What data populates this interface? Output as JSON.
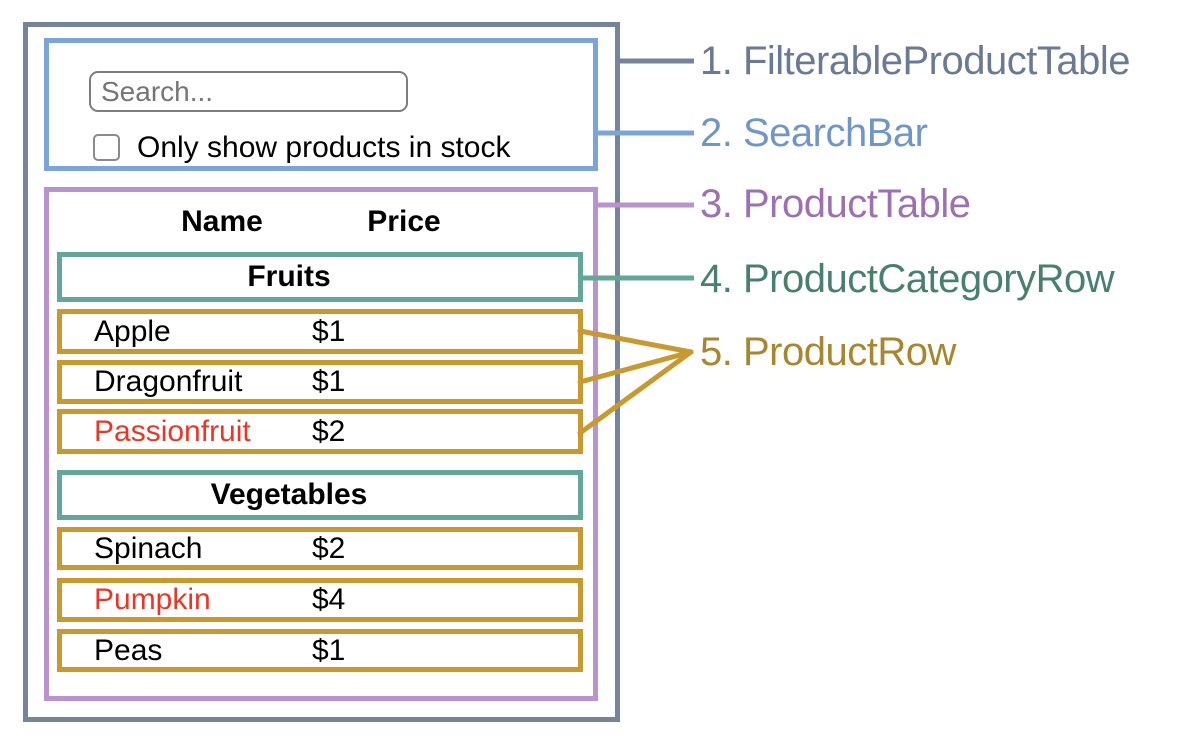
{
  "legend": {
    "items": [
      {
        "label": "1. FilterableProductTable"
      },
      {
        "label": "2. SearchBar"
      },
      {
        "label": "3. ProductTable"
      },
      {
        "label": "4. ProductCategoryRow"
      },
      {
        "label": "5. ProductRow"
      }
    ]
  },
  "search_bar": {
    "input_placeholder": "Search...",
    "input_value": "",
    "checkbox_label": "Only show products in stock",
    "checkbox_checked": false
  },
  "product_table": {
    "headers": {
      "name": "Name",
      "price": "Price"
    },
    "categories": [
      {
        "name": "Fruits",
        "products": [
          {
            "name": "Apple",
            "price": "$1",
            "red": false
          },
          {
            "name": "Dragonfruit",
            "price": "$1",
            "red": false
          },
          {
            "name": "Passionfruit",
            "price": "$2",
            "red": true
          }
        ]
      },
      {
        "name": "Vegetables",
        "products": [
          {
            "name": "Spinach",
            "price": "$2",
            "red": false
          },
          {
            "name": "Pumpkin",
            "price": "$4",
            "red": true
          },
          {
            "name": "Peas",
            "price": "$1",
            "red": false
          }
        ]
      }
    ]
  },
  "colors": {
    "slate_border": "#76839c",
    "slate_text": "#6b7a94",
    "blue_border": "#7ba4d9",
    "blue_text": "#6e96c9",
    "purple_border": "#ba92ce",
    "purple_text": "#9d70b2",
    "teal_border": "#63a79a",
    "teal_text": "#47806f",
    "gold_border": "#c8992e",
    "gold_text": "#a8862e",
    "red_text": "#ee3524",
    "input_border": "#7d7d7d",
    "placeholder": "#757575",
    "text": "#000000",
    "background": "#ffffff"
  }
}
